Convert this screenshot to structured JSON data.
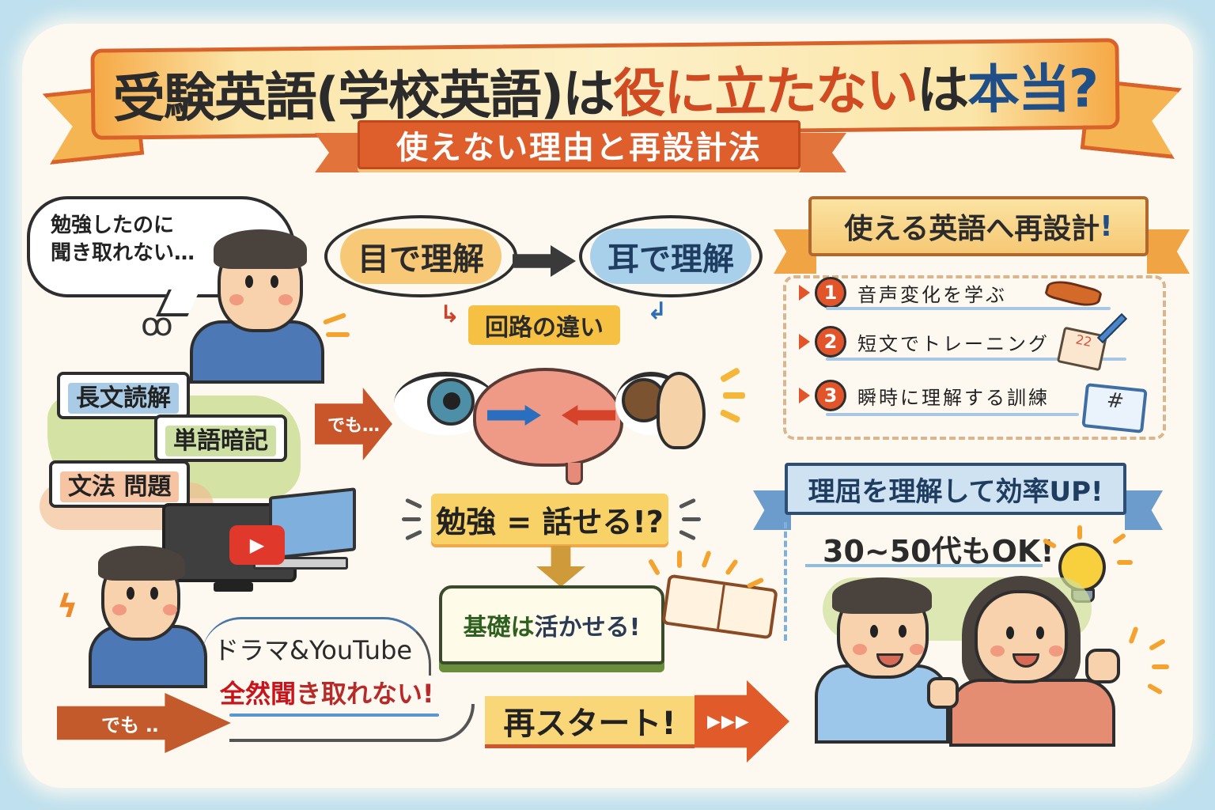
{
  "title": {
    "part1": "受験英語(学校英語)は",
    "part2": "役に立たない",
    "part3": "は",
    "part4": "本当?",
    "subtitle": "使えない理由と再設計法"
  },
  "left": {
    "speech_bubble": {
      "line1": "勉強したのに",
      "line2": "聞き取れない…"
    },
    "study_tags": [
      {
        "label": "長文読解",
        "color": "#a9cbe6"
      },
      {
        "label": "単語暗記",
        "color": "#cfe0a4"
      },
      {
        "label": "文法 問題",
        "color": "#f6c3a3"
      }
    ],
    "but_arrow_1": "でも…",
    "media": {
      "drama_label": "ドラマ&YouTube",
      "cant_hear_strong": "全然聞",
      "cant_hear_rest": "き取れない!"
    },
    "but_arrow_2": "でも ‥"
  },
  "center": {
    "eye_understanding": "目で理解",
    "ear_understanding": "耳で理解",
    "circuit_difference": "回路の違い",
    "question": "勉強 = 話せる!?",
    "book_green": "基礎は",
    "book_dark": "活かせる!",
    "restart": "再スタート!",
    "restart_arrow_glyph": "▶▶▶"
  },
  "right": {
    "banner_text": "使える英語へ再設計",
    "banner_bang": "!",
    "steps": [
      {
        "num": "1",
        "label": "音声変化を学ぶ",
        "icon": "brush-icon"
      },
      {
        "num": "2",
        "label": "短文でトレーニング",
        "icon": "notepad-pen-icon"
      },
      {
        "num": "3",
        "label": "瞬時に理解する訓練",
        "icon": "tablet-icon"
      }
    ],
    "efficiency_banner": "理屈を理解して効率UP!",
    "age_ok": "30~50代もOK!"
  },
  "colors": {
    "accent_orange": "#de5e2c",
    "title_blue": "#1f4f86",
    "title_red": "#d04a22",
    "paper": "#fdf9f0",
    "sky_border": "#bfe0ee",
    "highlight_yellow": "#f6c142"
  }
}
